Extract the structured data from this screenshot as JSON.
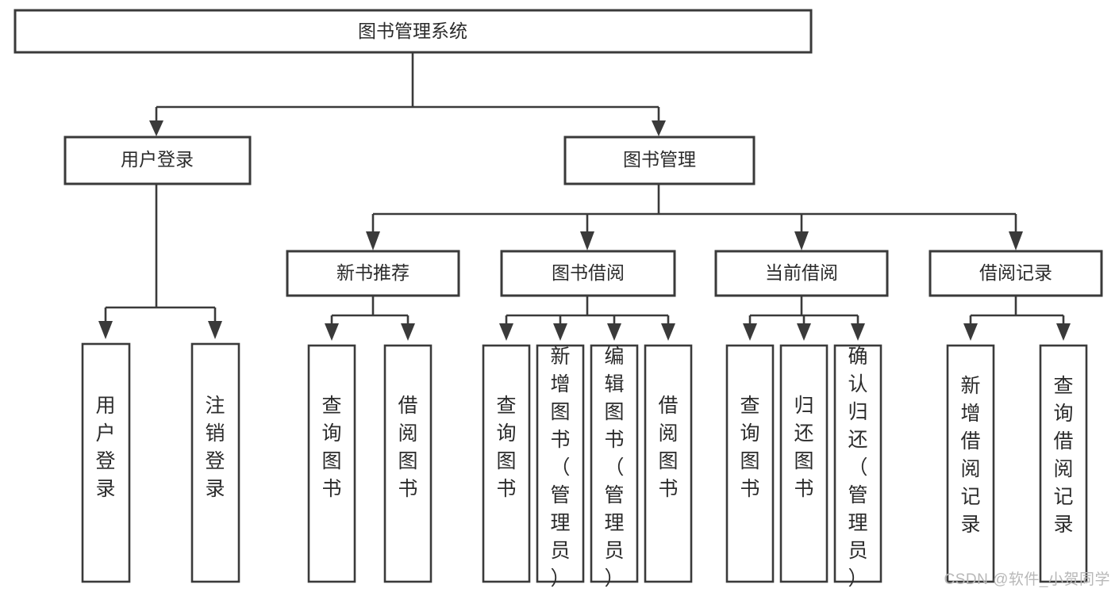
{
  "diagram": {
    "title": "图书管理系统",
    "type": "tree-hierarchy-diagram",
    "colors": {
      "box_stroke": "#3a3a3a",
      "box_fill": "#ffffff",
      "text": "#2b2b2b",
      "background": "#ffffff",
      "watermark": "#b8b8b8"
    },
    "root": {
      "label": "图书管理系统"
    },
    "level2": [
      {
        "label": "用户登录"
      },
      {
        "label": "图书管理"
      }
    ],
    "level3": [
      {
        "label": "新书推荐"
      },
      {
        "label": "图书借阅"
      },
      {
        "label": "当前借阅"
      },
      {
        "label": "借阅记录"
      }
    ],
    "leaves": {
      "user_login": [
        {
          "label": "用户登录"
        },
        {
          "label": "注销登录"
        }
      ],
      "new_book_recommend": [
        {
          "label": "查询图书"
        },
        {
          "label": "借阅图书"
        }
      ],
      "book_borrow": [
        {
          "label": "查询图书"
        },
        {
          "label": "新增图书（管理员）"
        },
        {
          "label": "编辑图书（管理员）"
        },
        {
          "label": "借阅图书"
        }
      ],
      "current_borrow": [
        {
          "label": "查询图书"
        },
        {
          "label": "归还图书"
        },
        {
          "label": "确认归还（管理员）"
        }
      ],
      "borrow_record": [
        {
          "label": "新增借阅记录"
        },
        {
          "label": "查询借阅记录"
        }
      ]
    }
  },
  "watermark": {
    "text": "CSDN @软件_小贺同学"
  }
}
